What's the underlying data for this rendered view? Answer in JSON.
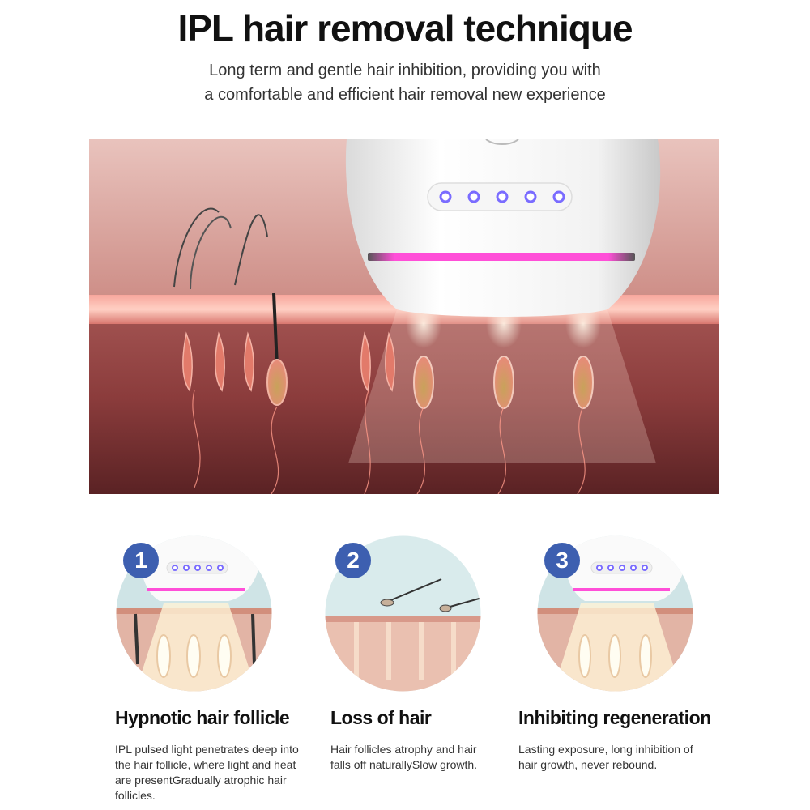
{
  "header": {
    "title": "IPL hair removal technique",
    "subtitle_line1": "Long term and gentle hair inhibition, providing you with",
    "subtitle_line2": "a comfortable and efficient hair removal new experience"
  },
  "steps": [
    {
      "number": "1",
      "title": "Hypnotic hair follicle",
      "description": "IPL pulsed light penetrates deep into the hair follicle, where light and heat are presentGradually atrophic hair follicles."
    },
    {
      "number": "2",
      "title": "Loss of hair",
      "description": "Hair follicles atrophy and hair falls off naturallySlow growth."
    },
    {
      "number": "3",
      "title": "Inhibiting regeneration",
      "description": "Lasting exposure, long inhibition of hair growth, never rebound."
    }
  ],
  "colors": {
    "accent_pink": "#ff4fd8",
    "badge_blue": "#3d5fb0",
    "skin": "#e7b7a6"
  },
  "icons": {
    "hero": "ipl-device-illustration",
    "step1": "device-on-skin-icon",
    "step2": "falling-hair-icon",
    "step3": "device-on-skin-icon"
  }
}
